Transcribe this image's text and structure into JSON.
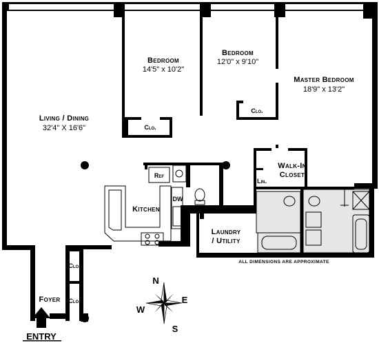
{
  "rooms": {
    "bedroom_1": {
      "name": "Bedroom",
      "dims": "14'5\" x 10'2\""
    },
    "bedroom_2": {
      "name": "Bedroom",
      "dims": "12'0\" x 9'10\""
    },
    "master_bedroom": {
      "name": "Master Bedroom",
      "dims": "18'9\" x 13'2\""
    },
    "living_dining": {
      "name": "Living / Dining",
      "dims": "32'4\" X 16'6\""
    },
    "kitchen": {
      "name": "Kitchen"
    },
    "laundry_utility": {
      "line1": "Laundry",
      "line2": "/ Utility"
    },
    "walk_in_closet": {
      "line1": "Walk-In",
      "line2": "Closet"
    },
    "foyer": {
      "name": "Foyer"
    }
  },
  "labels": {
    "closet": "Clo.",
    "linen": "Lin.",
    "refrigerator": "Ref",
    "dishwasher": "DW"
  },
  "note": "ALL DIMENSIONS ARE APPROXIMATE",
  "compass": {
    "north": "N",
    "south": "S",
    "east": "E",
    "west": "W"
  },
  "entry": "ENTRY"
}
